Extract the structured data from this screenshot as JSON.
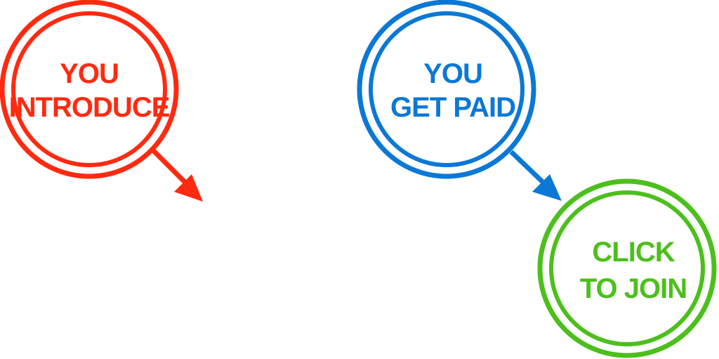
{
  "steps": [
    {
      "line1": "YOU",
      "line2": "INTRODUCE",
      "color": "#ff2a10"
    },
    {
      "line1": "",
      "line2": "",
      "color": "#ffffff"
    },
    {
      "line1": "YOU",
      "line2": "GET PAID",
      "color": "#0b78d6"
    },
    {
      "line1": "CLICK",
      "line2": "TO JOIN",
      "color": "#4cbf1c"
    }
  ],
  "arrow_colors": [
    "#ff2a10",
    "#0b78d6"
  ]
}
